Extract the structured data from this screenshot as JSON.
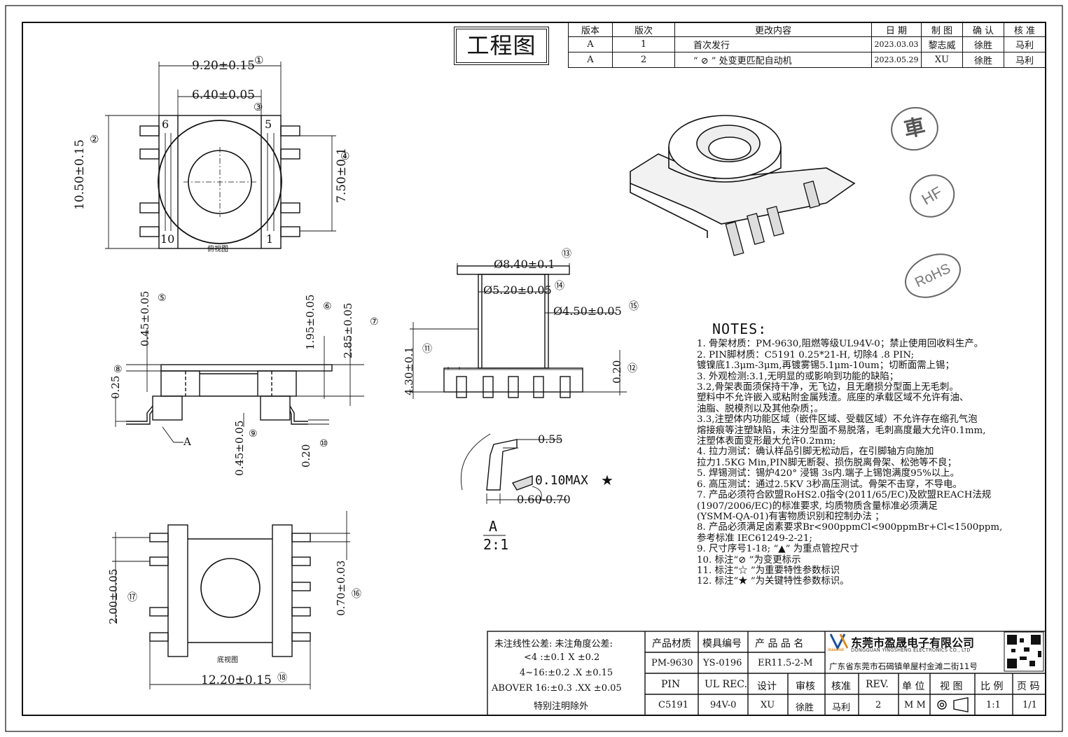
{
  "drawing_title": "工程图",
  "revision_table": {
    "headers": [
      "版本",
      "版次",
      "更改内容",
      "日 期",
      "制 图",
      "确 认",
      "核 准"
    ],
    "rows": [
      [
        "A",
        "1",
        "首次发行",
        "2023.03.03",
        "黎志威",
        "徐胜",
        "马利"
      ],
      [
        "A",
        "2",
        "“ ⊘ ” 处变更匹配自动机",
        "2023.05.29",
        "XU",
        "徐胜",
        "马利"
      ]
    ]
  },
  "stamps": {
    "car": "車",
    "hf": "HF",
    "rohs": "RoHS"
  },
  "views": {
    "top_view_label": "俯视图",
    "bottom_view_label": "底视图",
    "detail_label": "A",
    "detail_scale": "2:1",
    "section_marker": "A"
  },
  "dimensions": {
    "d1": "9.20±0.15",
    "d1_ref": "①",
    "d3": "6.40±0.05",
    "d3_ref": "③",
    "d2": "10.50±0.15",
    "d2_ref": "②",
    "d4": "7.50±0.1",
    "d4_ref": "④",
    "pin6": "6",
    "pin5": "5",
    "pin10": "10",
    "pin1": "1",
    "d5": "0.45±0.05",
    "d5_ref": "⑤",
    "d6": "1.95±0.05",
    "d6_ref": "⑥",
    "d7": "2.85±0.05",
    "d7_ref": "⑦",
    "d8": "0.25",
    "d8_ref": "⑧",
    "d9": "0.45±0.05",
    "d9_ref": "⑨",
    "d10": "0.20",
    "d10_ref": "⑩",
    "d11": "4.30±0.1",
    "d11_ref": "⑪",
    "d12": "0.20",
    "d12_ref": "⑫",
    "d13": "Ø8.40±0.1",
    "d13_ref": "⑬",
    "d14": "Ø5.20±0.05",
    "d14_ref": "⑭",
    "d15": "Ø4.50±0.05",
    "d15_ref": "⑮",
    "d16": "0.70±0.03",
    "d16_ref": "⑯",
    "d17": "2.00±0.05",
    "d17_ref": "⑰",
    "d18": "12.20±0.15",
    "d18_ref": "⑱",
    "detail_a1": "0.55",
    "detail_a2": "0.10MAX",
    "detail_a3": "0.60-0.70"
  },
  "notes": {
    "heading": "NOTES:",
    "lines": [
      "1.  骨架材质：PM-9630,阻燃等级UL94V-0；禁止使用回收料生产。",
      "2.  PIN脚材质：C5191 0.25*21-H, 切除4 .8 PIN;",
      "     镀镍底1.3μm-3μm,再镀雾锡5.1μm-10um；切断面需上锡；",
      "3.  外观检测:3.1,无明显的或影响到功能的缺陷；",
      "       3.2,骨架表面须保持干净，无飞边，且无磨损分型面上无毛刺。",
      "     塑料中不允许嵌入或粘附金属残渣。底座的承载区域不允许有油、",
      "       油脂、脱模剂以及其他杂质；。",
      "       3.3,注塑体内功能区域（嵌件区域、受载区域）不允许存在缩孔气泡",
      "     熔接痕等注塑缺陷，未注分型面不易脱落，毛刺高度最大允许0.1mm,",
      "     注塑体表面变形最大允许0.2mm;",
      "4.  拉力测试：确认样品引脚无松动后，在引脚轴方向施加",
      "     拉力1.5KG Min,PIN脚无断裂、损伤脱离骨架、松弛等不良；",
      "5.  焊锡测试：锡炉420° 浸锡 3s内.端子上锡饱满度95%以上。",
      "6.  高压测试：通过2.5KV 3秒高压测试。骨架不击穿，不导电。",
      "7.  产品必须符合欧盟RoHS2.0指令(2011/65/EC)及欧盟REACH法规",
      "     (1907/2006/EC)的标准要求, 均质物质含量标准必须满足",
      "     (YSMM-QA-01)有害物质识别和控制办法 ；",
      "8.  产品必须满足卤素要求Br<900ppmCl<900ppmBr+Cl<1500ppm,",
      "     参考标准 IEC61249-2-21;",
      "9.  尺寸序号1-18; “▲” 为重点管控尺寸",
      "10. 标注“⊘ ”为变更标示",
      "11. 标注“☆ ”为重要特性参数标识",
      "12. 标注“★ ”为关键特性参数标识。"
    ]
  },
  "tolerance": {
    "l1": "未注线性公差:  未注角度公差:",
    "l2": "<4 :±0.1  X ±0.2",
    "l3": "4~16:±0.2  .X ±0.15",
    "l4": "ABOVER 16:±0.3  .XX ±0.05",
    "l5": "特别注明除外"
  },
  "title_block": {
    "h_material": "产品材质",
    "h_mold": "模具编号",
    "h_product": "产 品 品 名",
    "material": "PM-9630",
    "mold": "YS-0196",
    "product": "ER11.5-2-M",
    "pin_h": "PIN",
    "ul_h": "UL REC.",
    "design_h": "设计",
    "review_h": "审核",
    "approve_h": "核准",
    "rev_h": "REV.",
    "unit_h": "单 位",
    "view_h": "视 图",
    "ratio_h": "比 例",
    "page_h": "页 码",
    "pin": "C5191",
    "ul": "94V-0",
    "design": "XU",
    "review": "徐胜",
    "approve": "马利",
    "rev": "2",
    "unit": "M M",
    "ratio": "1:1",
    "page": "1/1"
  },
  "company": {
    "name": "东莞市盈晟电子有限公司",
    "name_en": "DONGGUAN YINGSHENG ELECTRONICS CO., LTD",
    "address": "广东省东莞市石碣镇单屋村金滩二街11号",
    "logo_text": "inasend"
  }
}
